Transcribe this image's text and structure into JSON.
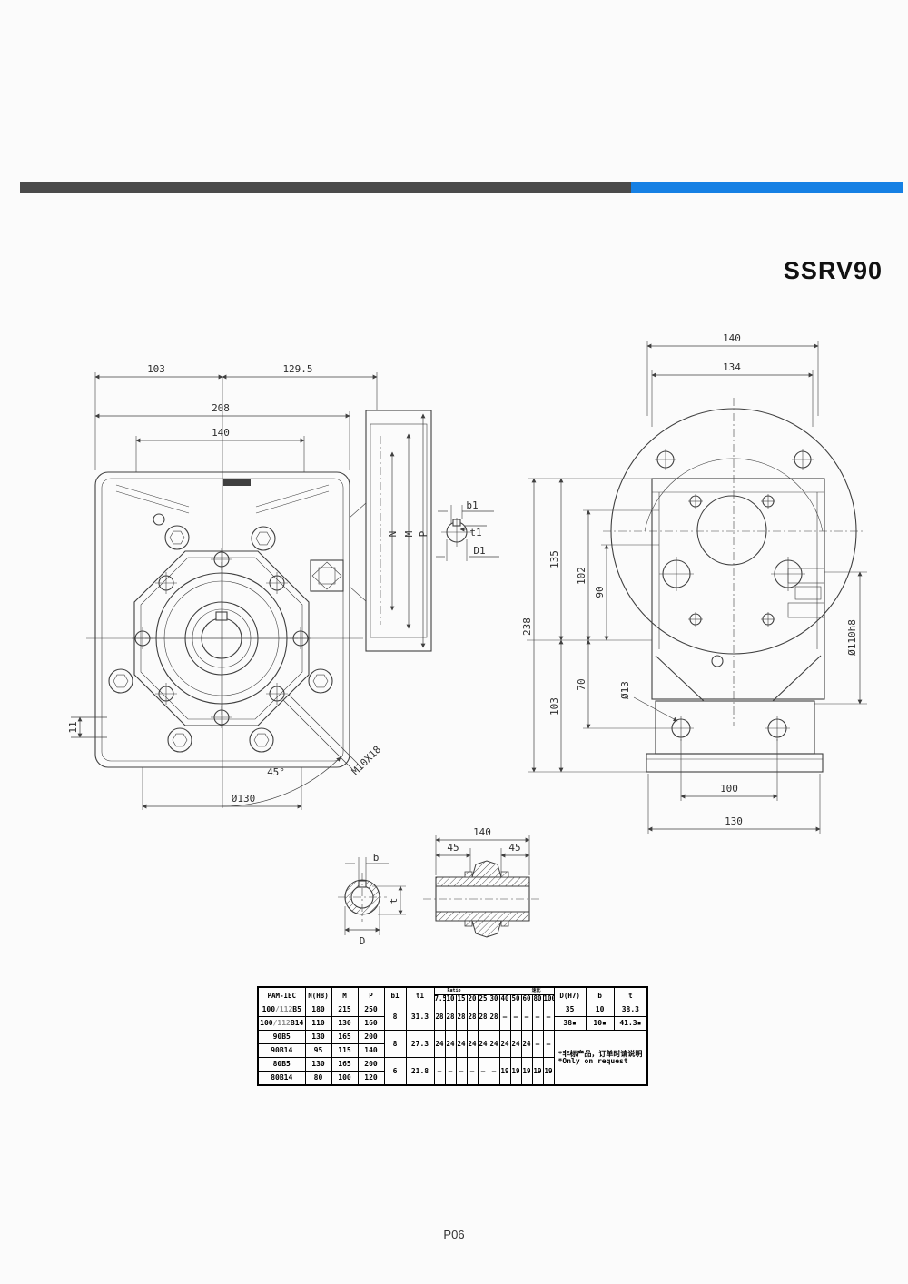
{
  "page": {
    "title": "SSRV90",
    "page_number": "P06"
  },
  "colors": {
    "bar_dark": "#4a4a4a",
    "bar_blue": "#1680e4"
  },
  "front_view": {
    "d103": "103",
    "d129_5": "129.5",
    "d208": "208",
    "d140": "140",
    "d11": "11",
    "deg45": "45°",
    "d130": "Ø130",
    "m10x18": "M10X18",
    "n": "N",
    "m": "M",
    "p": "P"
  },
  "input_shaft_detail": {
    "b1": "b1",
    "t1": "t1",
    "d1": "D1"
  },
  "side_view": {
    "d140": "140",
    "d134": "134",
    "d238": "238",
    "d135": "135",
    "d102": "102",
    "d90": "90",
    "d70": "70",
    "d103": "103",
    "d13": "Ø13",
    "d110h8": "Ø110h8",
    "d100": "100",
    "d130": "130"
  },
  "hollow_shaft_detail": {
    "b": "b",
    "t": "t",
    "d": "D",
    "d140": "140",
    "d45a": "45",
    "d45b": "45"
  },
  "table": {
    "headers": {
      "pam": "PAM-IEC",
      "n": "N(H8)",
      "m": "M",
      "p": "P",
      "b1": "b1",
      "t1": "t1",
      "ratio_label_left": "Ratio",
      "ratio_label_right": "速比",
      "d": "D(H7)",
      "b": "b",
      "t": "t"
    },
    "ratio_cols": [
      "7.5",
      "10",
      "15",
      "20",
      "25",
      "30",
      "40",
      "50",
      "60",
      "80",
      "100"
    ],
    "rows": [
      {
        "pam_a": "100",
        "pam_b": "/112",
        "pam_c": "B5",
        "n": "180",
        "m": "215",
        "p": "250"
      },
      {
        "pam_a": "100",
        "pam_b": "/112",
        "pam_c": "B14",
        "n": "110",
        "m": "130",
        "p": "160"
      },
      {
        "pam": "90B5",
        "n": "130",
        "m": "165",
        "p": "200"
      },
      {
        "pam": "90B14",
        "n": "95",
        "m": "115",
        "p": "140"
      },
      {
        "pam": "80B5",
        "n": "130",
        "m": "165",
        "p": "200"
      },
      {
        "pam": "80B14",
        "n": "80",
        "m": "100",
        "p": "120"
      }
    ],
    "groups": [
      {
        "b1": "8",
        "t1": "31.3",
        "ratios": [
          "28",
          "28",
          "28",
          "28",
          "28",
          "28",
          "–",
          "–",
          "–",
          "–",
          "–"
        ]
      },
      {
        "b1": "8",
        "t1": "27.3",
        "ratios": [
          "24",
          "24",
          "24",
          "24",
          "24",
          "24",
          "24",
          "24",
          "24",
          "–",
          "–"
        ]
      },
      {
        "b1": "6",
        "t1": "21.8",
        "ratios": [
          "–",
          "–",
          "–",
          "–",
          "–",
          "–",
          "19",
          "19",
          "19",
          "19",
          "19"
        ]
      }
    ],
    "dbt": [
      [
        "35",
        "10",
        "38.3"
      ],
      [
        "38▪",
        "10▪",
        "41.3▪"
      ]
    ],
    "note1": "*非标产品，订单时请说明",
    "note2": "*Only on request"
  }
}
